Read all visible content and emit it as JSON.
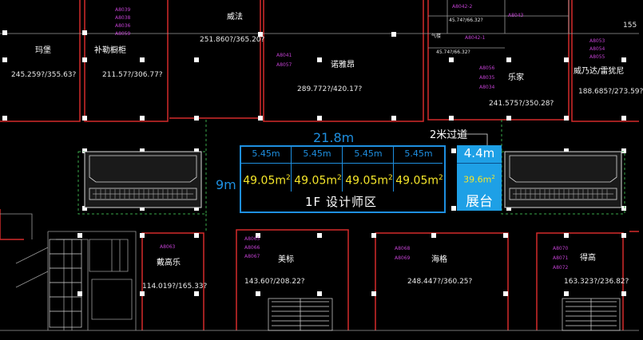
{
  "colors": {
    "background": "#000000",
    "walls": "#e23030",
    "lines": "#d0d0d0",
    "accent": "#1e8fe0",
    "area_text": "#f5e62a",
    "codes": "#c040d0"
  },
  "stores": [
    {
      "name": "玛堡",
      "area": "245.259?/355.63?"
    },
    {
      "name": "补勒橱柜",
      "area": "211.57?/306.77?",
      "codes": [
        "A8039",
        "A8038",
        "A8036",
        "A8059"
      ]
    },
    {
      "name": "威法",
      "area": "251.860?/365.20?"
    },
    {
      "name": "诺雅昂",
      "area": "289.772?/420.17?",
      "codes": [
        "A8041",
        "A8057"
      ]
    },
    {
      "name": "乐家",
      "area": "241.575?/350.28?",
      "codes": [
        "A8056",
        "A8035",
        "A8034"
      ]
    },
    {
      "name": "威乃达/雷犹尼",
      "area": "188.685?/273.59?",
      "codes": [
        "A8053",
        "A8054",
        "A8055"
      ]
    },
    {
      "name": "戴高乐",
      "area": "114.019?/165.33?",
      "codes": [
        "A8063"
      ]
    },
    {
      "name": "美标",
      "area": "143.60?/208.22?",
      "codes": [
        "A8065",
        "A8066",
        "A8067"
      ]
    },
    {
      "name": "海格",
      "area": "248.447?/360.25?",
      "codes": [
        "A8068",
        "A8069"
      ]
    },
    {
      "name": "得高",
      "area": "163.323?/236.82?",
      "codes": [
        "A8070",
        "A8071",
        "A8072"
      ]
    }
  ],
  "cad_labels": {
    "a8042_2": "A8042-2",
    "a8043": "A8043",
    "a8042_1": "A8042-1",
    "eh1": "45.74?/66.32?",
    "eh2": "45.74?/66.32?",
    "cut_right": "155",
    "small_top": "A8038",
    "mini": "气楼"
  },
  "design_zone": {
    "width_label": "21.8m",
    "depth_label": "9m",
    "cells": [
      {
        "width": "5.45m",
        "area": "49.05m",
        "unit": "2"
      },
      {
        "width": "5.45m",
        "area": "49.05m",
        "unit": "2"
      },
      {
        "width": "5.45m",
        "area": "49.05m",
        "unit": "2"
      },
      {
        "width": "5.45m",
        "area": "49.05m",
        "unit": "2"
      }
    ],
    "title": "1F 设计师区"
  },
  "aisle_label": "2米过道",
  "booth": {
    "width": "4.4m",
    "area": "39.6m",
    "unit": "2",
    "title": "展台"
  }
}
